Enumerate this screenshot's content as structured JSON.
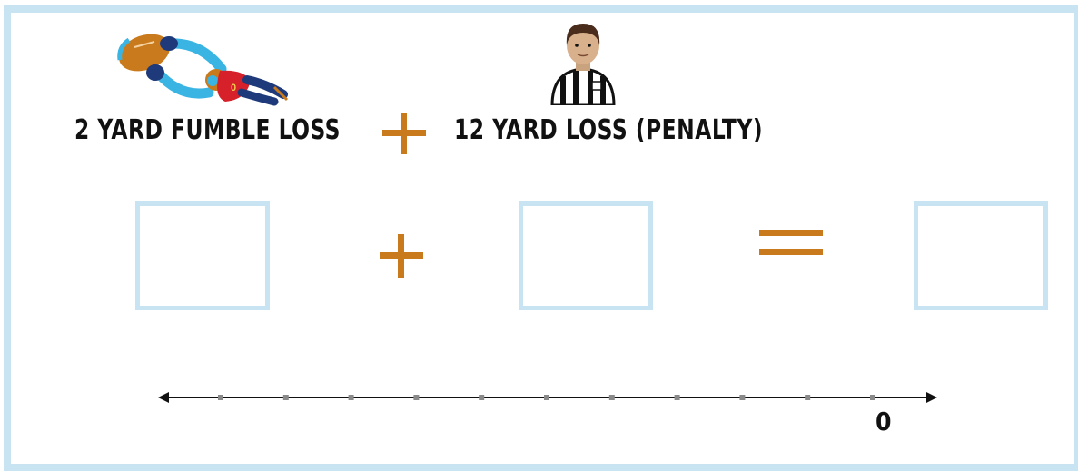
{
  "problem": {
    "event_1": "2 YARD FUMBLE LOSS",
    "event_2": "12 YARD LOSS (PENALTY)",
    "number_line_zero": "0"
  },
  "icons": {
    "player": "football-player-catching-ball-icon",
    "referee": "referee-icon"
  },
  "number_line": {
    "tick_count": 11,
    "labeled_tick": "0"
  },
  "colors": {
    "accent": "#c97a1c",
    "box_border": "#c8e3f1"
  }
}
